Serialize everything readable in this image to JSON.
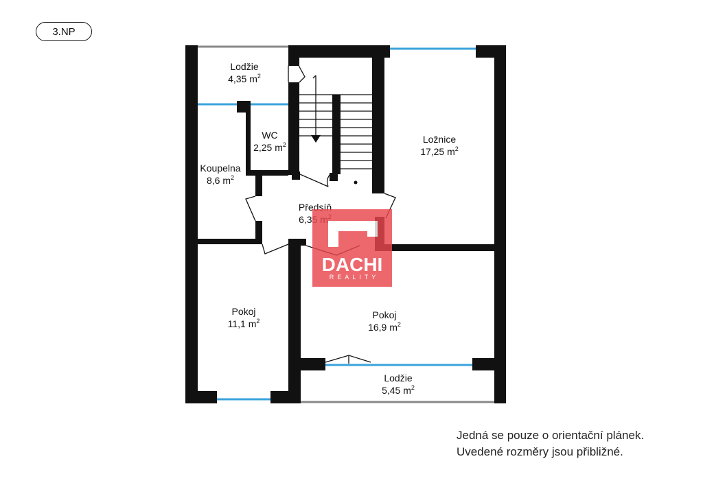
{
  "floor_label": "3.NP",
  "disclaimer": {
    "line1": "Jedná se pouze o orientační plánek.",
    "line2": "Uvedené rozměry jsou přibližné."
  },
  "area_unit": "m",
  "area_exponent": "2",
  "rooms": [
    {
      "id": "lodzie-top",
      "name": "Lodžie",
      "area": "4,35"
    },
    {
      "id": "wc",
      "name": "WC",
      "area": "2,25"
    },
    {
      "id": "koupelna",
      "name": "Koupelna",
      "area": "8,6"
    },
    {
      "id": "loznice",
      "name": "Ložnice",
      "area": "17,25"
    },
    {
      "id": "predsin",
      "name": "Předsíň",
      "area": "6,35"
    },
    {
      "id": "pokoj-left",
      "name": "Pokoj",
      "area": "11,1"
    },
    {
      "id": "pokoj-right",
      "name": "Pokoj",
      "area": "16,9"
    },
    {
      "id": "lodzie-bottom",
      "name": "Lodžie",
      "area": "5,45"
    }
  ],
  "watermark": {
    "brand": "DACHI",
    "sub": "REALITY",
    "color": "#e8474e"
  },
  "colors": {
    "wall": "#111111",
    "window": "#3aa3dc",
    "railing": "#888888"
  }
}
